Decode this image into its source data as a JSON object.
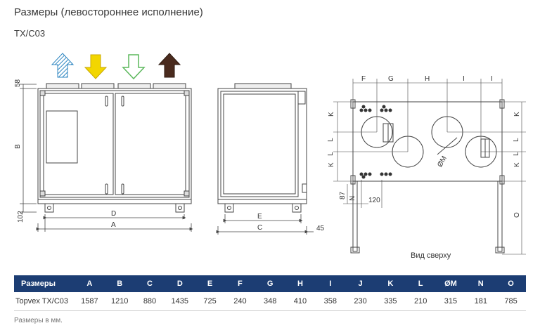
{
  "header": {
    "title": "Размеры (левостороннее исполнение)",
    "model": "TX/C03"
  },
  "drawing": {
    "front_view": {
      "dim_top_height": "58",
      "dim_height": "B",
      "dim_bottom": "102",
      "dim_inner_width": "D",
      "dim_total_width": "A"
    },
    "side_view": {
      "dim_inner_width": "E",
      "dim_width": "C",
      "dim_offset": "45"
    },
    "top_view": {
      "caption": "Вид сверху",
      "dims_top": [
        "F",
        "G",
        "H",
        "I",
        "I"
      ],
      "dims_right": [
        "K",
        "L",
        "L",
        "K"
      ],
      "dims_left": [
        "K",
        "L",
        "L",
        "K"
      ],
      "dim_spigot": "ØM",
      "dim_87": "87",
      "dim_n": "N",
      "dim_120": "120",
      "dim_o": "O"
    },
    "airflow_colors": {
      "outdoor": "#2e86c1",
      "supply": "#f2d600",
      "extract": "#5cb85c",
      "exhaust": "#4a2b1e"
    }
  },
  "table": {
    "headers": [
      "Размеры",
      "A",
      "B",
      "C",
      "D",
      "E",
      "F",
      "G",
      "H",
      "I",
      "J",
      "K",
      "L",
      "ØM",
      "N",
      "O"
    ],
    "row_label": "Topvex TX/C03",
    "values": [
      "1587",
      "1210",
      "880",
      "1435",
      "725",
      "240",
      "348",
      "410",
      "358",
      "230",
      "335",
      "210",
      "315",
      "181",
      "785"
    ]
  },
  "footnote": "Размеры в мм."
}
